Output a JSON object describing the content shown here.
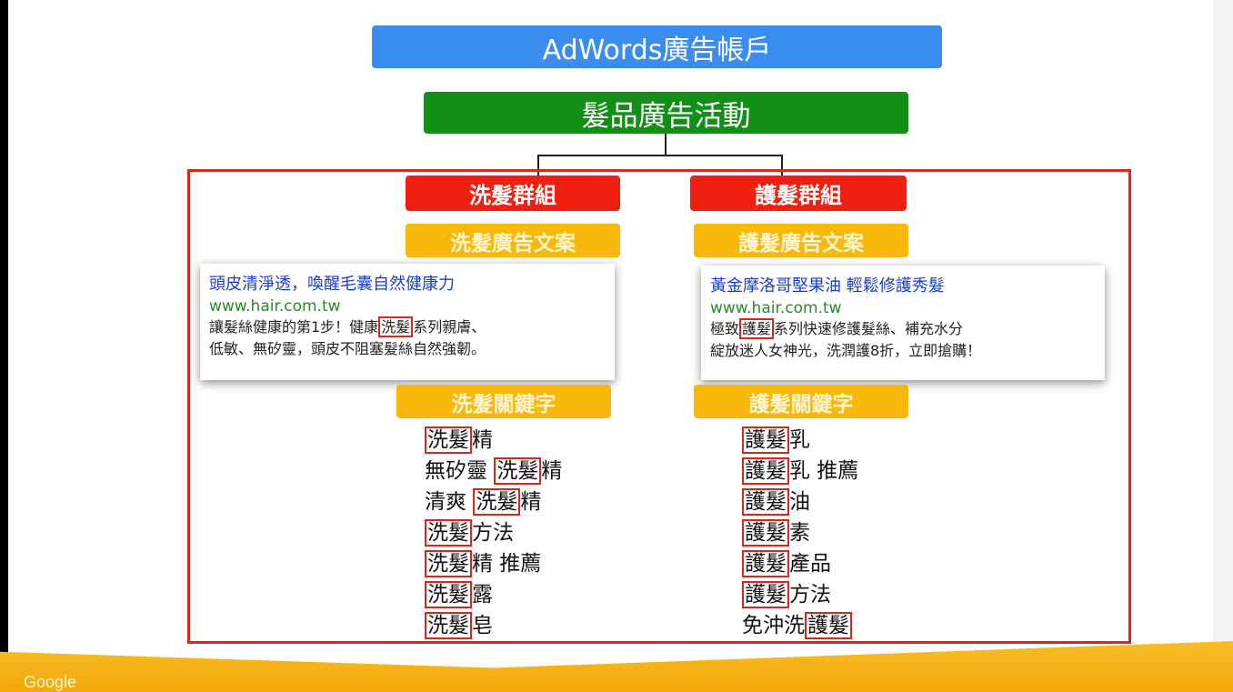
{
  "account": "AdWords廣告帳戶",
  "campaign": "髮品廣告活動",
  "groups": [
    {
      "name": "洗髮群組",
      "copy_title": "洗髮廣告文案",
      "ad": {
        "title": "頭皮清淨透，喚醒毛囊自然健康力",
        "url": "www.hair.com.tw",
        "line1_pre": "讓髮絲健康的第1步！健康",
        "line1_hl": "洗髮",
        "line1_post": "系列親膚、",
        "line2": "低敏、無矽靈，頭皮不阻塞髮絲自然強韌。"
      },
      "keyword_title": "洗髮關鍵字",
      "keywords": [
        {
          "pre": "",
          "hl": "洗髮",
          "post": "精"
        },
        {
          "pre": "無矽靈 ",
          "hl": "洗髮",
          "post": "精"
        },
        {
          "pre": "清爽 ",
          "hl": "洗髮",
          "post": "精"
        },
        {
          "pre": "",
          "hl": "洗髮",
          "post": "方法"
        },
        {
          "pre": "",
          "hl": "洗髮",
          "post": "精 推薦"
        },
        {
          "pre": "",
          "hl": "洗髮",
          "post": "露"
        },
        {
          "pre": "",
          "hl": "洗髮",
          "post": "皂"
        }
      ]
    },
    {
      "name": "護髮群組",
      "copy_title": "護髮廣告文案",
      "ad": {
        "title": "黃金摩洛哥堅果油 輕鬆修護秀髮",
        "url": "www.hair.com.tw",
        "line1_pre": "極致",
        "line1_hl": "護髮",
        "line1_post": "系列快速修護髮絲、補充水分",
        "line2": "綻放迷人女神光，洗潤護8折，立即搶購！"
      },
      "keyword_title": "護髮關鍵字",
      "keywords": [
        {
          "pre": "",
          "hl": "護髮",
          "post": "乳"
        },
        {
          "pre": "",
          "hl": "護髮",
          "post": "乳 推薦"
        },
        {
          "pre": "",
          "hl": "護髮",
          "post": "油"
        },
        {
          "pre": "",
          "hl": "護髮",
          "post": "素"
        },
        {
          "pre": "",
          "hl": "護髮",
          "post": "產品"
        },
        {
          "pre": "",
          "hl": "護髮",
          "post": "方法"
        },
        {
          "pre": "免沖洗",
          "hl": "護髮",
          "post": ""
        }
      ]
    }
  ],
  "footer_logo": "Google",
  "colors": {
    "account": "#3b8ded",
    "campaign": "#118f16",
    "group": "#f01f12",
    "label": "#f8b80a",
    "highlight": "#e32319"
  }
}
